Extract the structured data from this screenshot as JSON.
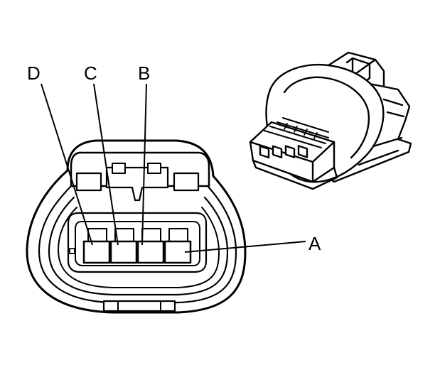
{
  "labels": {
    "d": "D",
    "c": "C",
    "b": "B",
    "a": "A"
  },
  "colors": {
    "line": "#000000",
    "fill": "#ffffff"
  }
}
